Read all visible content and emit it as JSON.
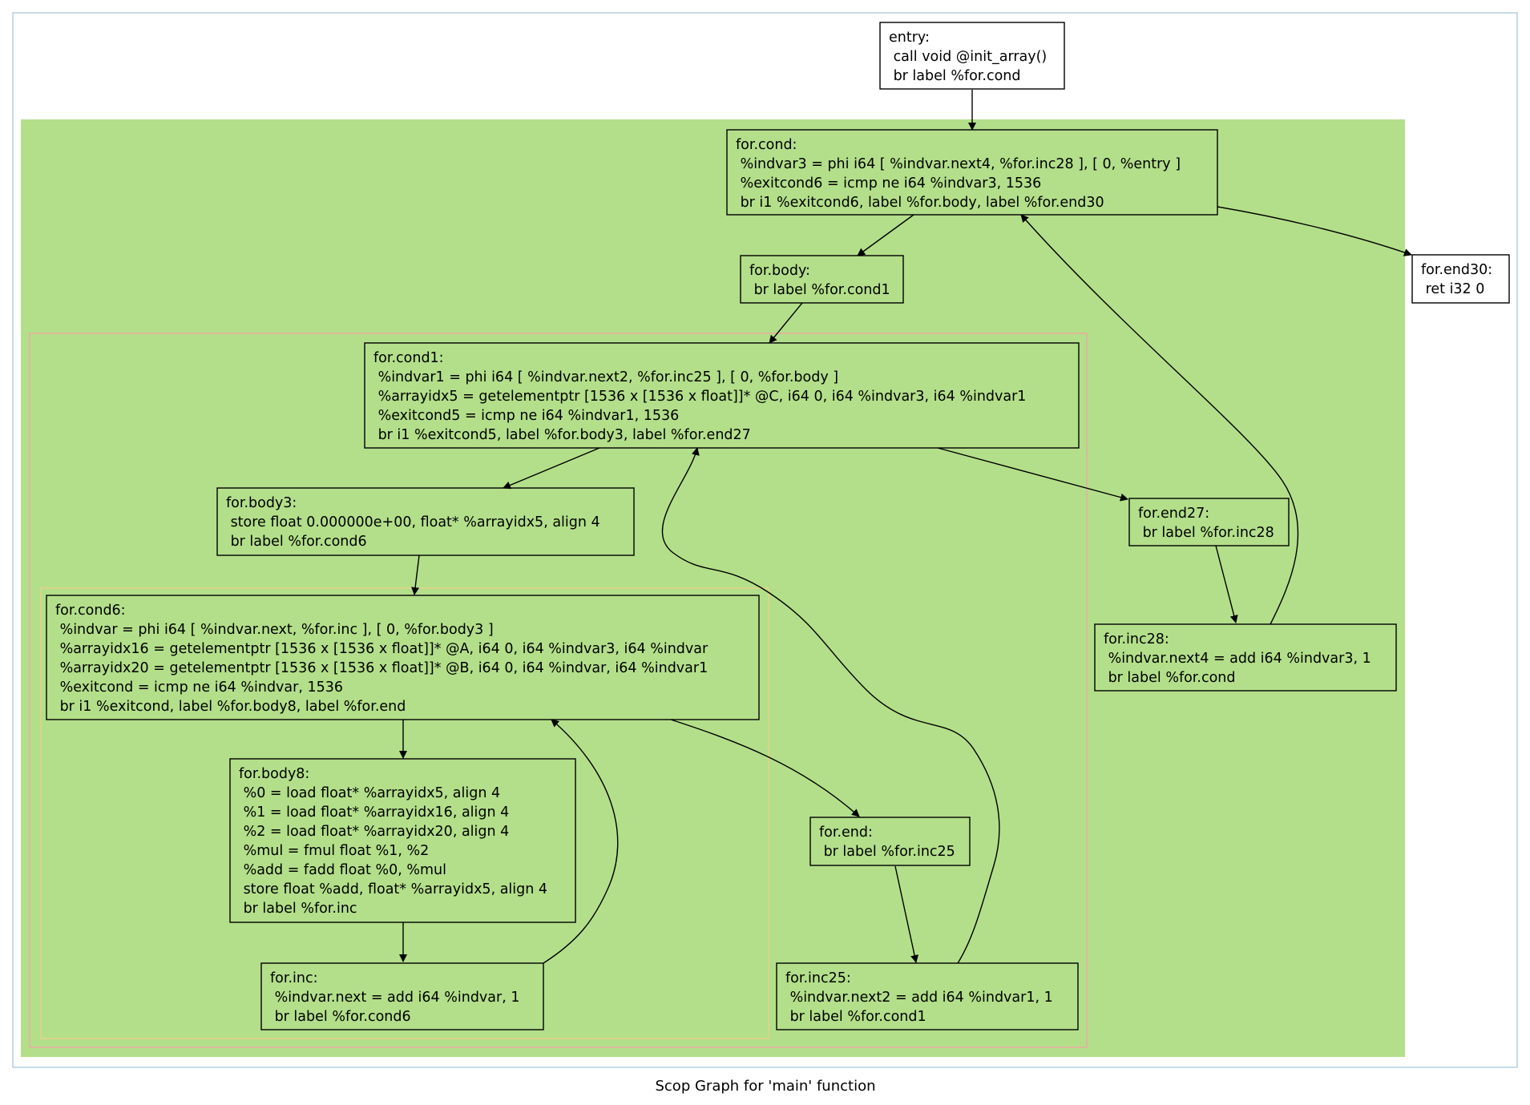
{
  "caption": "Scop Graph for 'main' function",
  "colors": {
    "outer_border": "#a6cadb",
    "scop_fill": "#b3df8a",
    "loop1_border": "#f4a3a3",
    "loop2_border": "#efce86",
    "node_border": "#000000",
    "edge": "#000000"
  },
  "nodes": {
    "entry": [
      "entry:",
      " call void @init_array()",
      " br label %for.cond"
    ],
    "for_cond": [
      "for.cond:",
      " %indvar3 = phi i64 [ %indvar.next4, %for.inc28 ], [ 0, %entry ]",
      " %exitcond6 = icmp ne i64 %indvar3, 1536",
      " br i1 %exitcond6, label %for.body, label %for.end30"
    ],
    "for_end30": [
      "for.end30:",
      " ret i32 0"
    ],
    "for_body": [
      "for.body:",
      " br label %for.cond1"
    ],
    "for_cond1": [
      "for.cond1:",
      " %indvar1 = phi i64 [ %indvar.next2, %for.inc25 ], [ 0, %for.body ]",
      " %arrayidx5 = getelementptr [1536 x [1536 x float]]* @C, i64 0, i64 %indvar3, i64 %indvar1",
      " %exitcond5 = icmp ne i64 %indvar1, 1536",
      " br i1 %exitcond5, label %for.body3, label %for.end27"
    ],
    "for_body3": [
      "for.body3:",
      " store float 0.000000e+00, float* %arrayidx5, align 4",
      " br label %for.cond6"
    ],
    "for_end27": [
      "for.end27:",
      " br label %for.inc28"
    ],
    "for_inc28": [
      "for.inc28:",
      " %indvar.next4 = add i64 %indvar3, 1",
      " br label %for.cond"
    ],
    "for_cond6": [
      "for.cond6:",
      " %indvar = phi i64 [ %indvar.next, %for.inc ], [ 0, %for.body3 ]",
      " %arrayidx16 = getelementptr [1536 x [1536 x float]]* @A, i64 0, i64 %indvar3, i64 %indvar",
      " %arrayidx20 = getelementptr [1536 x [1536 x float]]* @B, i64 0, i64 %indvar, i64 %indvar1",
      " %exitcond = icmp ne i64 %indvar, 1536",
      " br i1 %exitcond, label %for.body8, label %for.end"
    ],
    "for_body8": [
      "for.body8:",
      " %0 = load float* %arrayidx5, align 4",
      " %1 = load float* %arrayidx16, align 4",
      " %2 = load float* %arrayidx20, align 4",
      " %mul = fmul float %1, %2",
      " %add = fadd float %0, %mul",
      " store float %add, float* %arrayidx5, align 4",
      " br label %for.inc"
    ],
    "for_inc": [
      "for.inc:",
      " %indvar.next = add i64 %indvar, 1",
      " br label %for.cond6"
    ],
    "for_end": [
      "for.end:",
      " br label %for.inc25"
    ],
    "for_inc25": [
      "for.inc25:",
      " %indvar.next2 = add i64 %indvar1, 1",
      " br label %for.cond1"
    ]
  },
  "edges": [
    [
      "entry",
      "for_cond"
    ],
    [
      "for_cond",
      "for_body"
    ],
    [
      "for_cond",
      "for_end30"
    ],
    [
      "for_body",
      "for_cond1"
    ],
    [
      "for_cond1",
      "for_body3"
    ],
    [
      "for_cond1",
      "for_end27"
    ],
    [
      "for_body3",
      "for_cond6"
    ],
    [
      "for_end27",
      "for_inc28"
    ],
    [
      "for_inc28",
      "for_cond"
    ],
    [
      "for_cond6",
      "for_body8"
    ],
    [
      "for_cond6",
      "for_end"
    ],
    [
      "for_body8",
      "for_inc"
    ],
    [
      "for_inc",
      "for_cond6"
    ],
    [
      "for_end",
      "for_inc25"
    ],
    [
      "for_inc25",
      "for_cond1"
    ]
  ]
}
